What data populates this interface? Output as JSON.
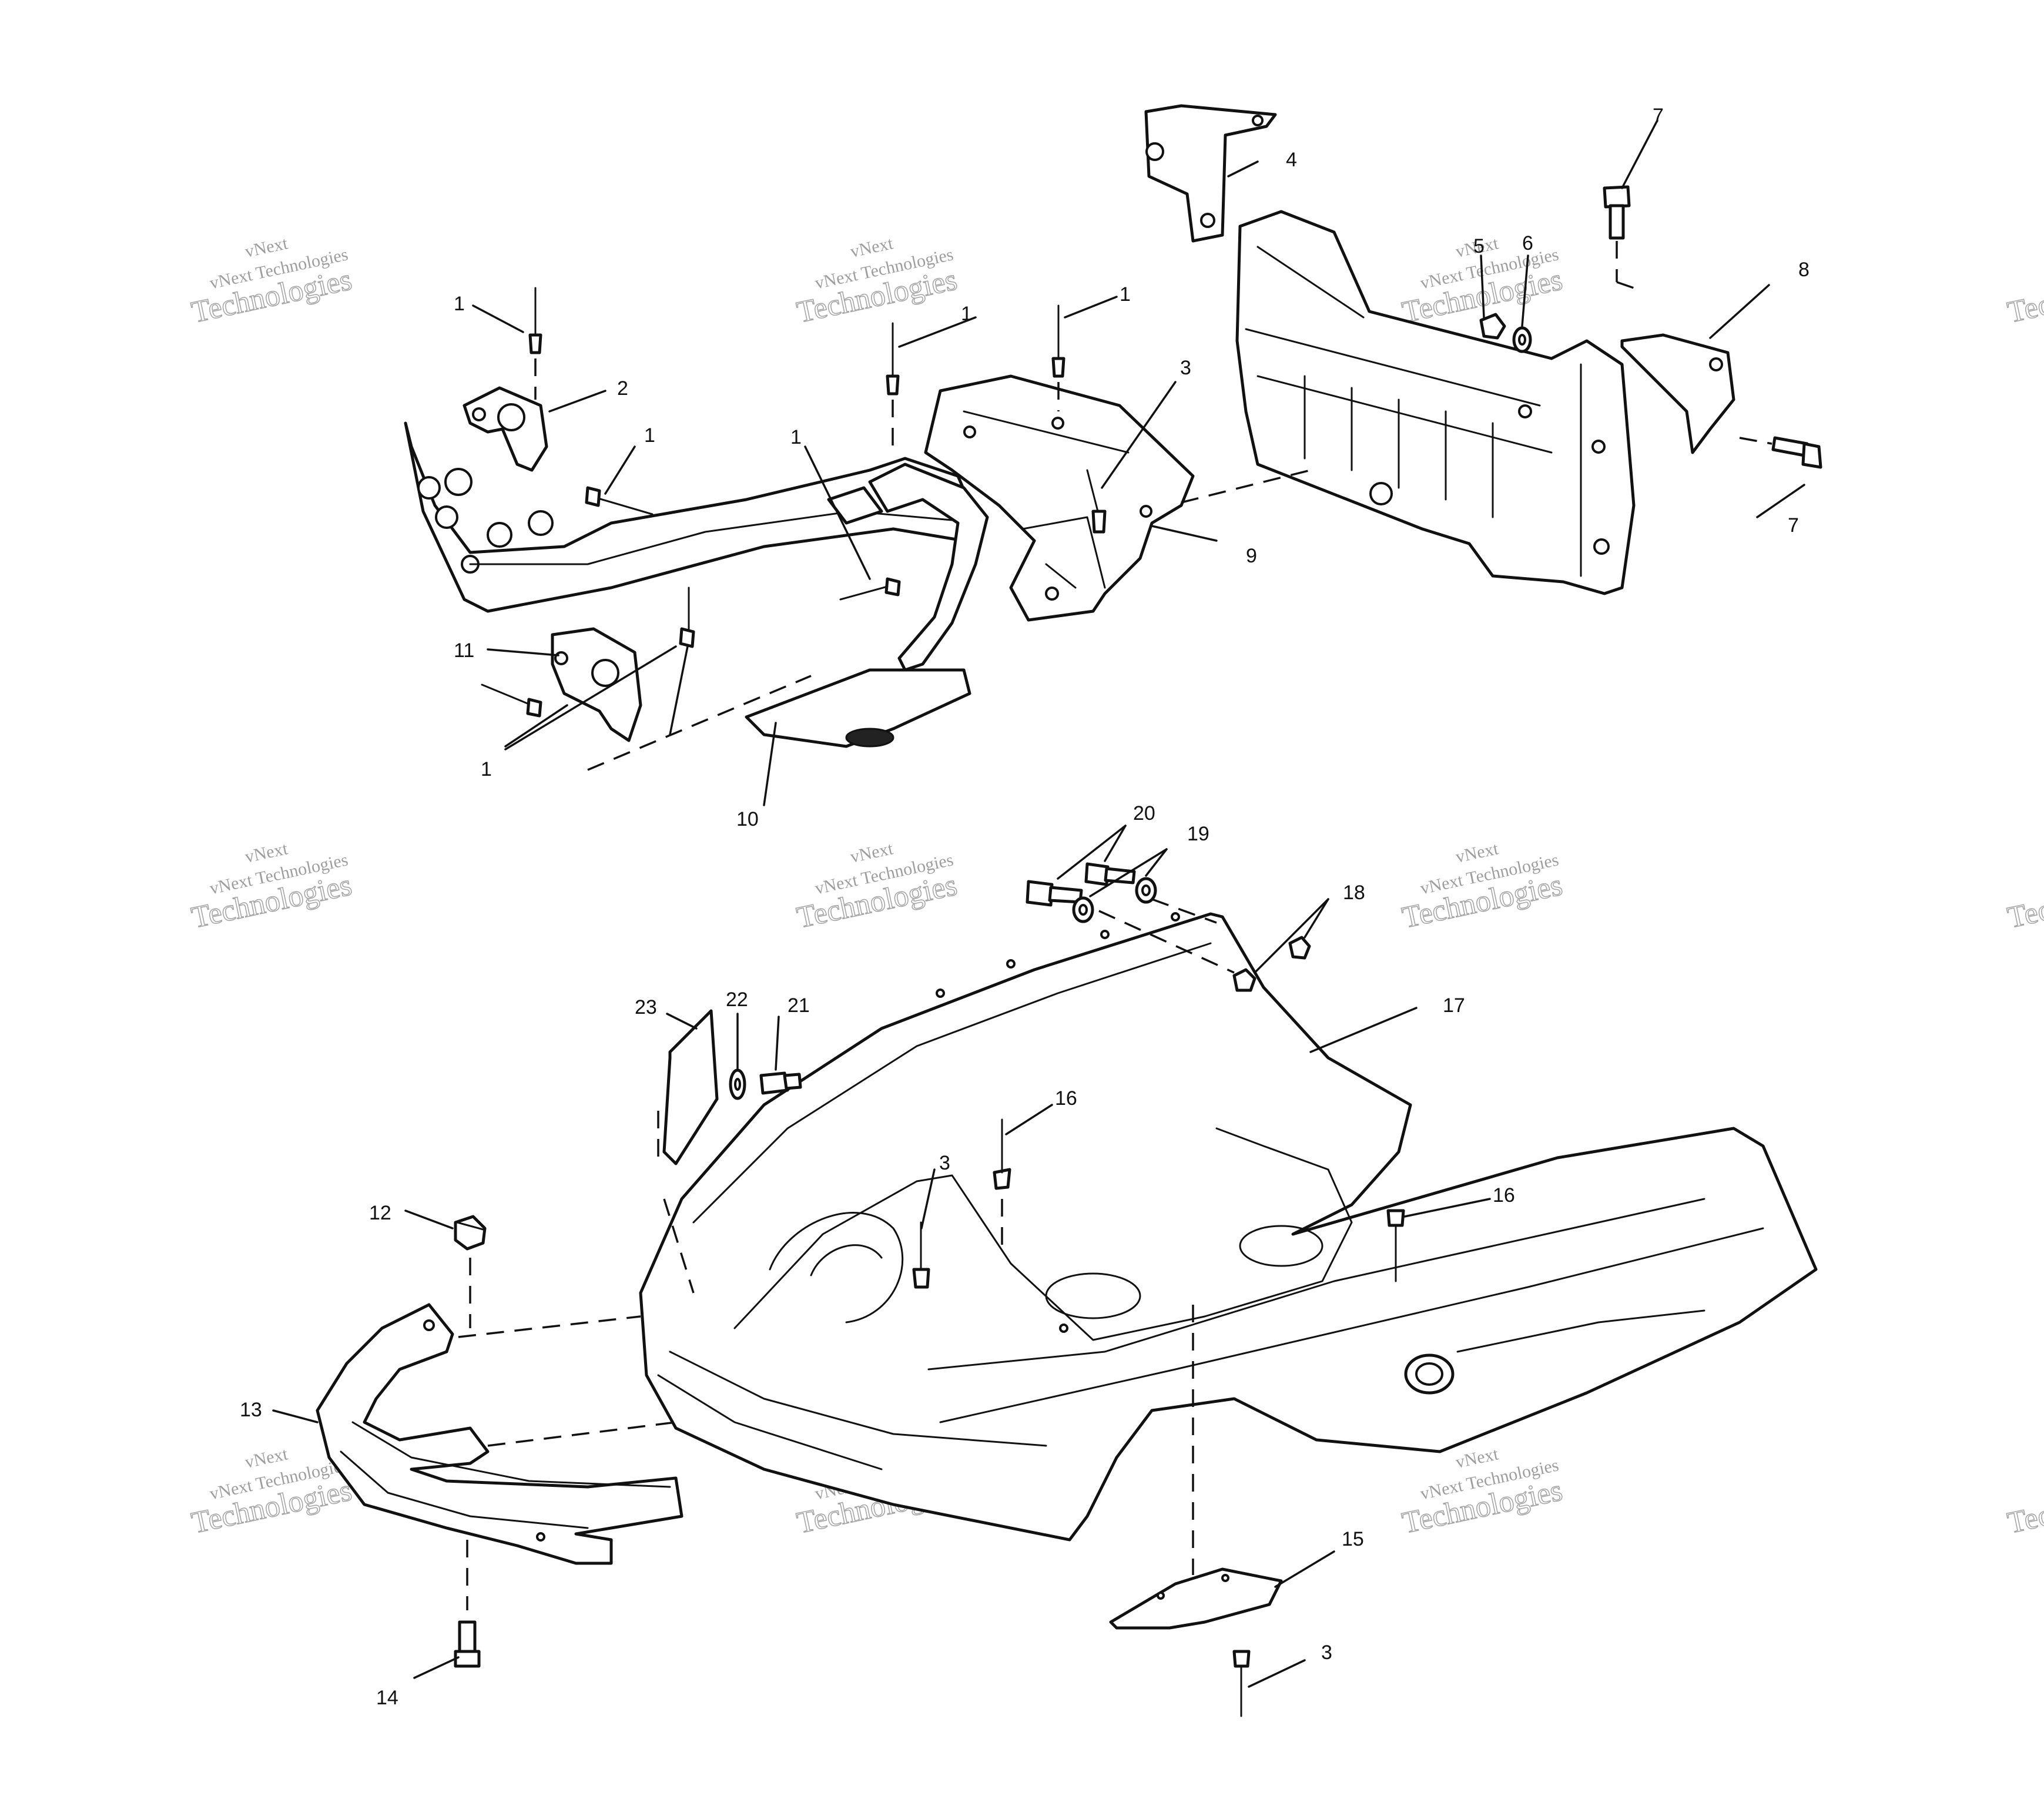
{
  "watermark": {
    "brand": "vNext",
    "line": "vNext Technologies",
    "word": "Technologies"
  },
  "callouts": {
    "c1a": "1",
    "c1b": "1",
    "c1c": "1",
    "c1d": "1",
    "c1e": "1",
    "c1f": "1",
    "c2": "2",
    "c3a": "3",
    "c3b": "3",
    "c3c": "3",
    "c4": "4",
    "c5": "5",
    "c6": "6",
    "c7a": "7",
    "c7b": "7",
    "c8": "8",
    "c9": "9",
    "c10": "10",
    "c11": "11",
    "c12": "12",
    "c13": "13",
    "c14": "14",
    "c15": "15",
    "c16a": "16",
    "c16b": "16",
    "c17": "17",
    "c18": "18",
    "c19": "19",
    "c20": "20",
    "c21": "21",
    "c22": "22",
    "c23": "23"
  }
}
